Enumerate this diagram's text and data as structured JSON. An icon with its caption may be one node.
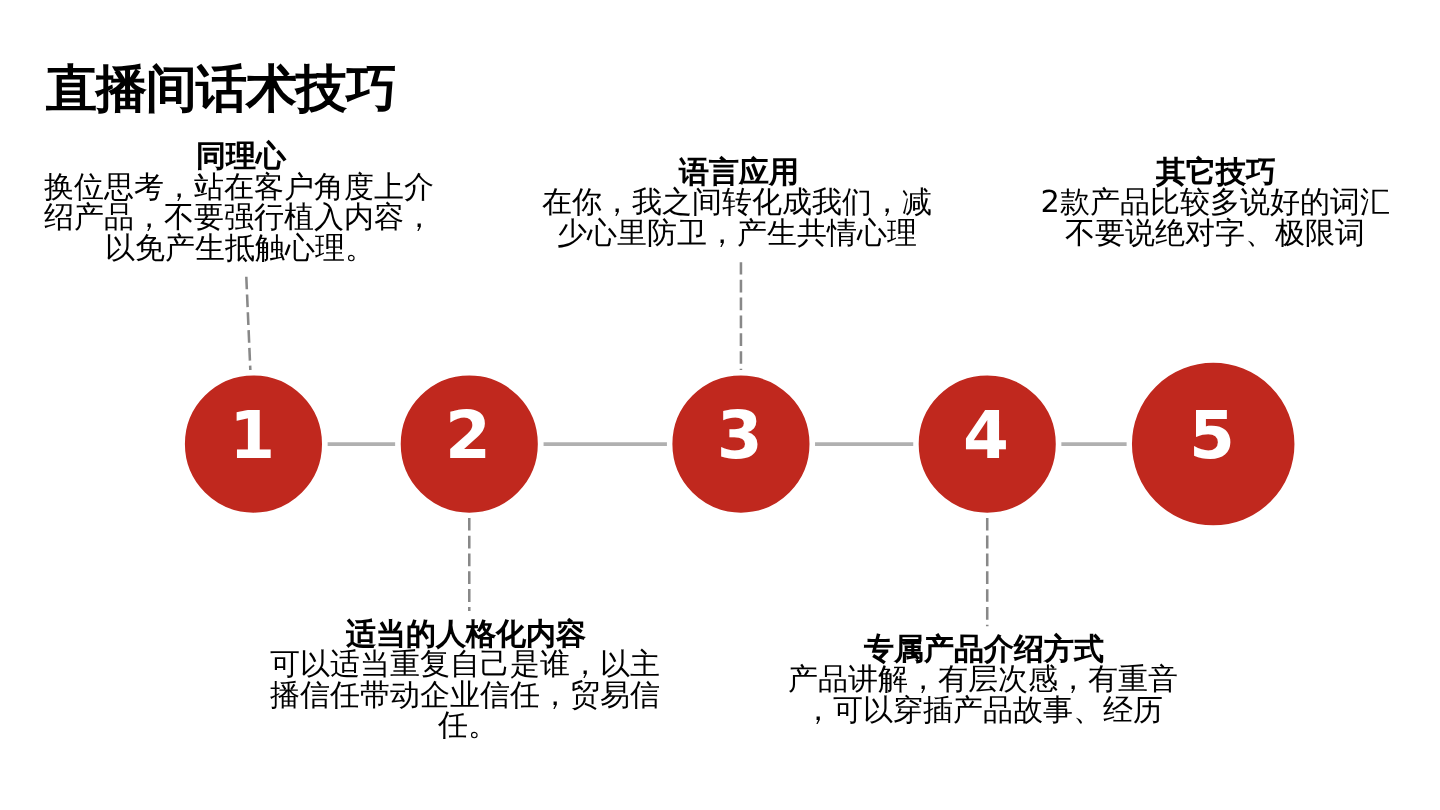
{
  "diagram": {
    "title": "直播间话术技巧",
    "nodes": [
      {
        "text": [
          "同理心",
          "换位思考，站在客户角度上介绍产品，不要强行植入内容，以免产生抵触心理。"
        ]
      },
      {
        "text": [
          "语言应用",
          "在你，我之间转化成我们，减少心里防卫，产生共情心理"
        ]
      },
      {
        "text": [
          "其它技巧",
          "2款产品比较多说好的词汇",
          "不要说绝对字、极限词"
        ]
      },
      {
        "text": [
          "1"
        ]
      },
      {
        "text": [
          "2"
        ]
      },
      {
        "text": [
          "3"
        ]
      },
      {
        "text": [
          "4"
        ]
      },
      {
        "text": [
          "5"
        ]
      },
      {
        "text": [
          "适当的人格化内容",
          "可以适当重复自己是谁，以主播信任带动企业信任，贸易信任。"
        ]
      },
      {
        "text": [
          "专属产品介绍方式",
          "产品讲解，有层次感，有重音，可以穿插产品故事、经历"
        ]
      }
    ],
    "edges": [
      {
        "from": 3,
        "to": 4,
        "arrow": "none"
      },
      {
        "from": 4,
        "to": 5,
        "arrow": "none"
      },
      {
        "from": 5,
        "to": 6,
        "arrow": "none"
      },
      {
        "from": 6,
        "to": 7,
        "arrow": "none"
      },
      {
        "from": 0,
        "to": 3,
        "arrow": "none",
        "style": "dashed"
      },
      {
        "from": 4,
        "to": 8,
        "arrow": "none",
        "style": "dashed"
      },
      {
        "from": 1,
        "to": 5,
        "arrow": "none",
        "style": "dashed"
      },
      {
        "from": 6,
        "to": 9,
        "arrow": "none",
        "style": "dashed"
      }
    ]
  }
}
